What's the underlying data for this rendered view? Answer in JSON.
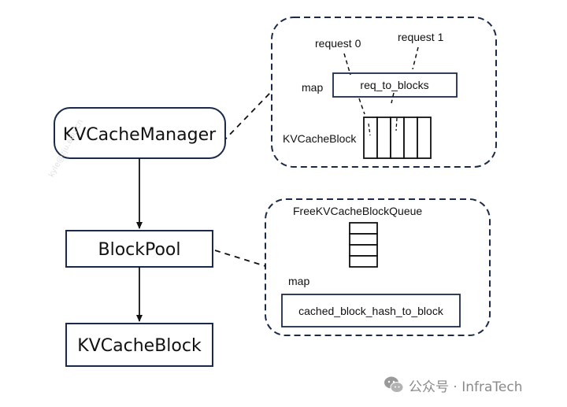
{
  "nodes": {
    "kv_cache_manager": "KVCacheManager",
    "block_pool": "BlockPool",
    "kv_cache_block": "KVCacheBlock"
  },
  "manager_detail": {
    "request_0": "request 0",
    "request_1": "request 1",
    "map_label": "map",
    "req_to_blocks": "req_to_blocks",
    "kv_cache_block_label": "KVCacheBlock"
  },
  "pool_detail": {
    "queue_label": "FreeKVCacheBlockQueue",
    "map_label": "map",
    "cached_block_hash_to_block": "cached_block_hash_to_block"
  },
  "watermark": {
    "text": "公众号 · InfraTech",
    "faint": "kyle@zju.edu.cn"
  },
  "colors": {
    "box_border": "#1b2a4a",
    "dashed_border": "#1b2a4a",
    "text": "#111111",
    "watermark": "#8a8a8a"
  }
}
